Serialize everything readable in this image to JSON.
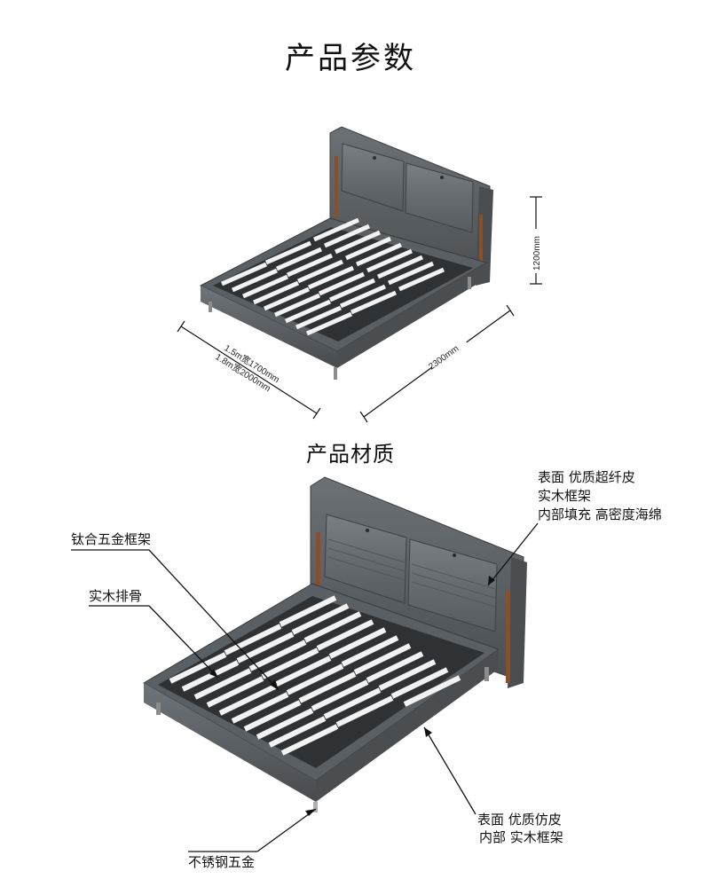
{
  "section_params": {
    "title": "产品参数",
    "height_dim": "1200mm",
    "width_dim_1": "1.5m宽1700mm",
    "width_dim_2": "1.8m宽2000mm",
    "length_dim": "2300mm"
  },
  "section_materials": {
    "title": "产品材质",
    "headboard_lines": [
      "表面 优质超纤皮",
      "实木框架",
      "内部填充  高密度海绵"
    ],
    "frame": "钛合五金框架",
    "slats": "实木排骨",
    "side_lines": [
      "表面 优质仿皮",
      "内部 实木框架"
    ],
    "legs": "不锈钢五金"
  },
  "colors": {
    "upholstery": "#5f6468",
    "upholstery_dark": "#3f4346",
    "slat": "#f2f2f2",
    "accent_wood": "#8a4f2a"
  }
}
